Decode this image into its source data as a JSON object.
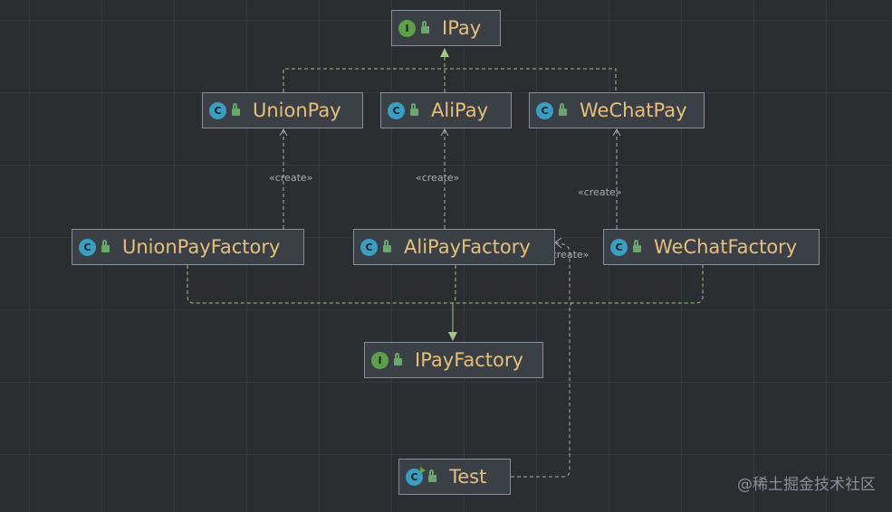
{
  "nodes": {
    "ipay": {
      "name": "IPay",
      "kind": "interface",
      "icon": "interface-icon"
    },
    "unionpay": {
      "name": "UnionPay",
      "kind": "class",
      "icon": "class-icon"
    },
    "alipay": {
      "name": "AliPay",
      "kind": "class",
      "icon": "class-icon"
    },
    "wechatpay": {
      "name": "WeChatPay",
      "kind": "class",
      "icon": "class-icon"
    },
    "unionpayfactory": {
      "name": "UnionPayFactory",
      "kind": "class",
      "icon": "class-icon"
    },
    "alipayfactory": {
      "name": "AliPayFactory",
      "kind": "class",
      "icon": "class-icon"
    },
    "wechatfactory": {
      "name": "WeChatFactory",
      "kind": "class",
      "icon": "class-icon"
    },
    "ipayfactory": {
      "name": "IPayFactory",
      "kind": "interface",
      "icon": "interface-icon"
    },
    "test": {
      "name": "Test",
      "kind": "class-with-main",
      "icon": "class-main-icon"
    }
  },
  "badge_letters": {
    "class": "C",
    "interface": "I"
  },
  "edges": {
    "create_label": "«create»",
    "realization": [
      {
        "from": "UnionPay",
        "to": "IPay"
      },
      {
        "from": "AliPay",
        "to": "IPay"
      },
      {
        "from": "WeChatPay",
        "to": "IPay"
      },
      {
        "from": "UnionPayFactory",
        "to": "IPayFactory"
      },
      {
        "from": "AliPayFactory",
        "to": "IPayFactory"
      },
      {
        "from": "WeChatFactory",
        "to": "IPayFactory"
      }
    ],
    "dependency": [
      {
        "from": "UnionPayFactory",
        "to": "UnionPay",
        "label": "«create»"
      },
      {
        "from": "AliPayFactory",
        "to": "AliPay",
        "label": "«create»"
      },
      {
        "from": "WeChatFactory",
        "to": "WeChatPay",
        "label": "«create»"
      },
      {
        "from": "Test",
        "to": "AliPayFactory",
        "label": "«create»"
      }
    ]
  },
  "colors": {
    "background": "#2b2d31",
    "node_fill": "#3b3f46",
    "node_border": "#8a8e94",
    "node_text": "#e6c07b",
    "realization_line": "#a3c585",
    "dependency_line": "#a9adb3",
    "class_badge": "#3a9ec2",
    "interface_badge": "#5ea04a"
  },
  "watermark": "@稀土掘金技术社区"
}
